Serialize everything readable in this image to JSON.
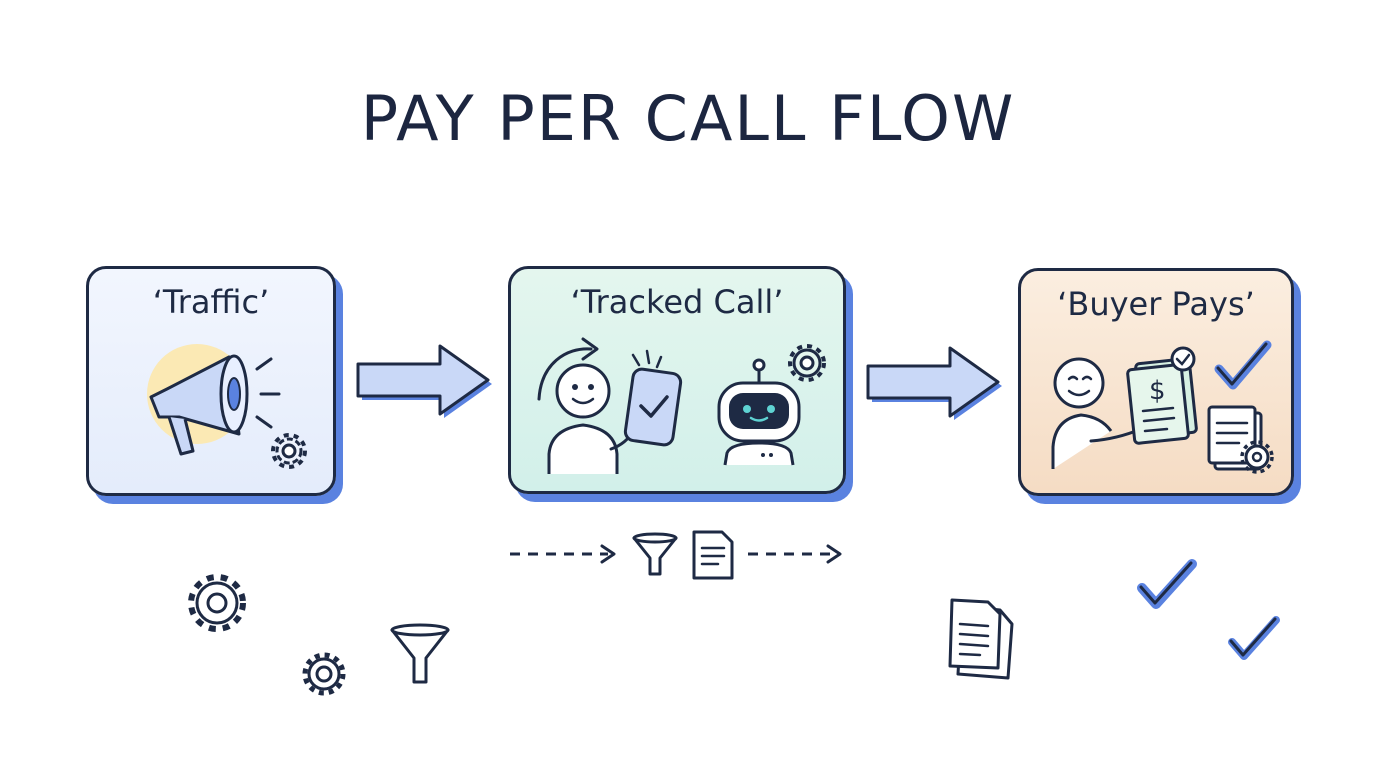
{
  "title": "PAY PER CALL FLOW",
  "steps": [
    {
      "label": "‘Traffic’",
      "icons": [
        "megaphone-icon",
        "gear-icon"
      ]
    },
    {
      "label": "‘Tracked Call’",
      "icons": [
        "curved-arrow-icon",
        "person-icon",
        "phone-check-icon",
        "robot-icon",
        "gear-icon"
      ]
    },
    {
      "label": "‘Buyer Pays’",
      "icons": [
        "person-icon",
        "invoice-dollar-icon",
        "checkmark-icon",
        "document-gear-icon"
      ]
    }
  ],
  "connectors": [
    "arrow-right-icon",
    "arrow-right-icon"
  ],
  "sub_flow": [
    "dashed-arrow-icon",
    "funnel-icon",
    "document-icon",
    "dashed-arrow-icon"
  ],
  "decorations": [
    "gear-icon",
    "gear-icon",
    "funnel-icon",
    "document-icon",
    "checkmark-icon",
    "checkmark-icon"
  ],
  "colors": {
    "ink": "#1e2a44",
    "shadow_blue": "#5a82e0",
    "arrow_fill": "#c9d8f7",
    "traffic_bg": "#eaf0fc",
    "call_bg": "#d9f2ec",
    "buyer_bg": "#f8e3cf",
    "accent_yellow": "#fbe9b4"
  }
}
